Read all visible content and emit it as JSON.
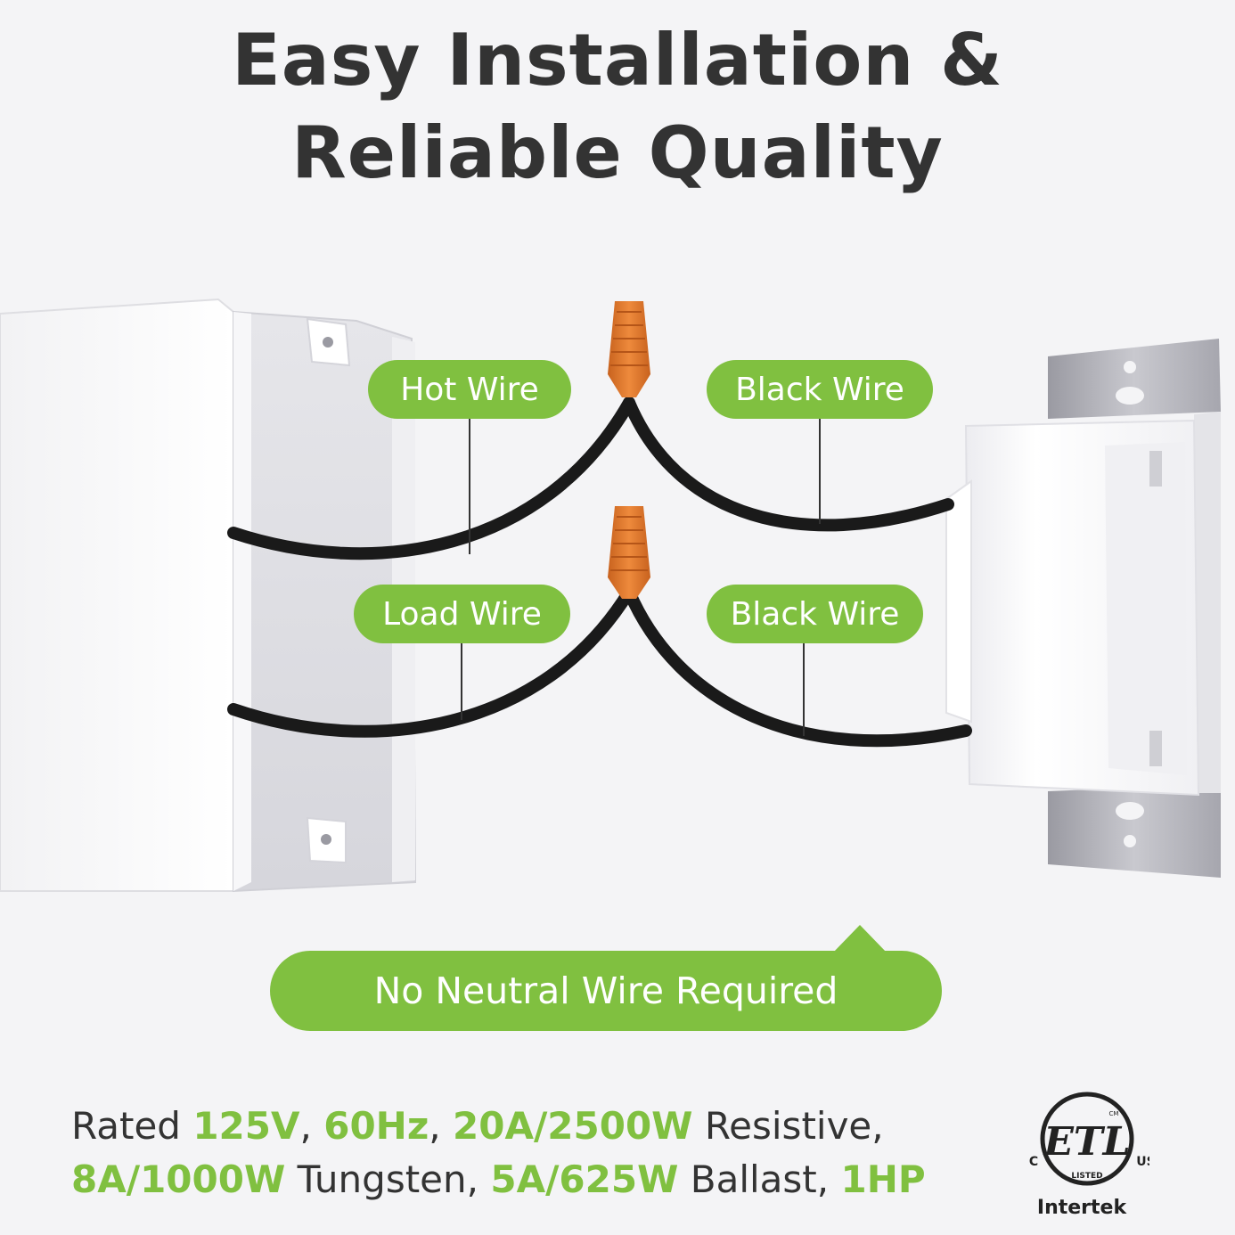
{
  "headline": {
    "line1": "Easy Installation &",
    "line2": "Reliable Quality"
  },
  "labels": {
    "hot_wire": "Hot Wire",
    "black_wire_top": "Black Wire",
    "load_wire": "Load Wire",
    "black_wire_bottom": "Black Wire"
  },
  "banner": "No Neutral Wire Required",
  "specs": {
    "rated": "Rated",
    "voltage": "125V",
    "sep1": ",",
    "frequency": "60Hz",
    "sep2": ",",
    "resistive_value": "20A/2500W",
    "resistive_label": "Resistive,",
    "tungsten_value": "8A/1000W",
    "tungsten_label": "Tungsten,",
    "ballast_value": "5A/625W",
    "ballast_label": "Ballast,",
    "hp_value": "1HP"
  },
  "certification": {
    "c": "C",
    "us": "US",
    "mark": "ETL",
    "listed": "LISTED",
    "cm": "CM",
    "brand": "Intertek"
  },
  "colors": {
    "accent_green": "#80c040",
    "heading_text": "#333333",
    "wire_black": "#1a1a1a",
    "connector_orange": "#e07a2e",
    "background": "#f4f4f6"
  }
}
